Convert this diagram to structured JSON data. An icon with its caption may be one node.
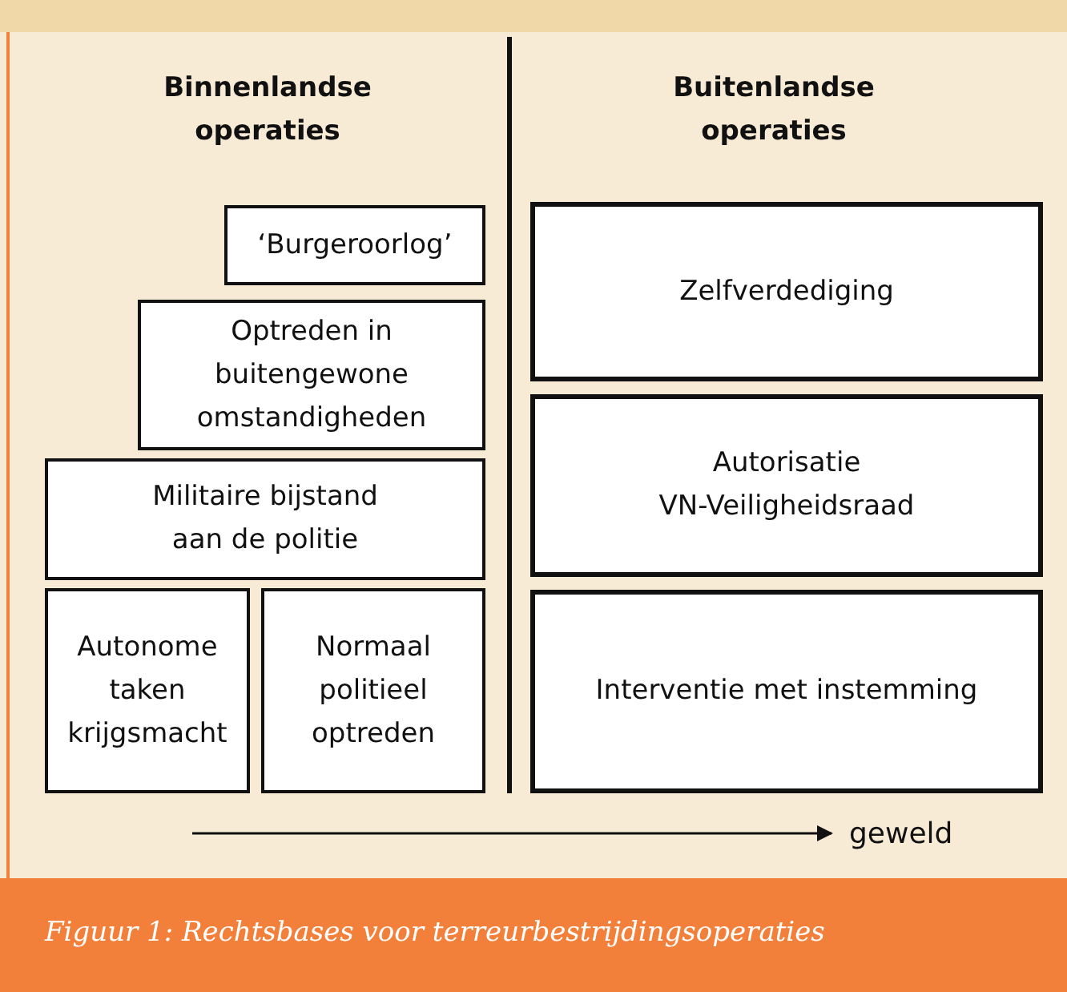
{
  "diagram": {
    "caption": "Figuur 1: Rechtsbases voor terreurbestrijdingsoperaties",
    "nodes": [
      {
        "text": [
          "‘Burgeroorlog’"
        ]
      },
      {
        "text": [
          "Optreden in buitengewone omstandigheden"
        ]
      },
      {
        "text": [
          "Militaire bijstand aan de politie"
        ]
      },
      {
        "text": [
          "Autonome taken krijgsmacht"
        ]
      },
      {
        "text": [
          "Normaal politieel optreden"
        ]
      },
      {
        "text": [
          "Zelfverdediging"
        ]
      },
      {
        "text": [
          "Autorisatie VN-Veiligheidsraad"
        ]
      },
      {
        "text": [
          "Interventie met instemming"
        ]
      }
    ],
    "labels": [
      "Binnenlandse operaties",
      "Buitenlandse operaties",
      "geweld"
    ]
  }
}
